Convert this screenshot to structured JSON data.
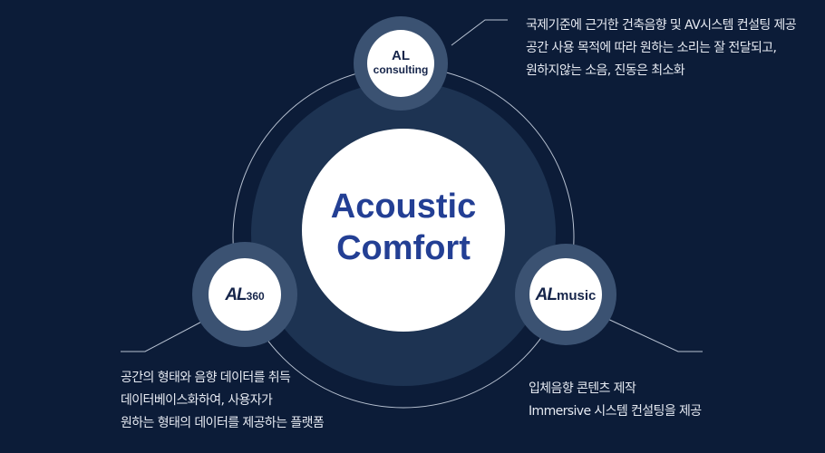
{
  "center": {
    "line1": "Acoustic",
    "line2": "Comfort"
  },
  "nodes": {
    "consulting": {
      "brand": "AL",
      "name": "consulting",
      "description": [
        "국제기준에 근거한 건축음향 및 AV시스템 컨설팅 제공",
        "공간 사용 목적에 따라 원하는 소리는 잘 전달되고,",
        "원하지않는 소음, 진동은 최소화"
      ]
    },
    "al360": {
      "brand": "AL",
      "name": "360",
      "description": [
        "공간의 형태와 음향 데이터를 취득",
        "데이터베이스화하여, 사용자가",
        "원하는 형태의 데이터를 제공하는 플랫폼"
      ]
    },
    "music": {
      "brand": "AL",
      "name": "music",
      "description": [
        "입체음향 콘텐츠 제작",
        "Immersive 시스템 컨설팅을 제공"
      ]
    }
  },
  "colors": {
    "background": "#0c1c38",
    "accent": "#233f94",
    "halo": "#1d3352",
    "node_halo": "#3b5272"
  }
}
